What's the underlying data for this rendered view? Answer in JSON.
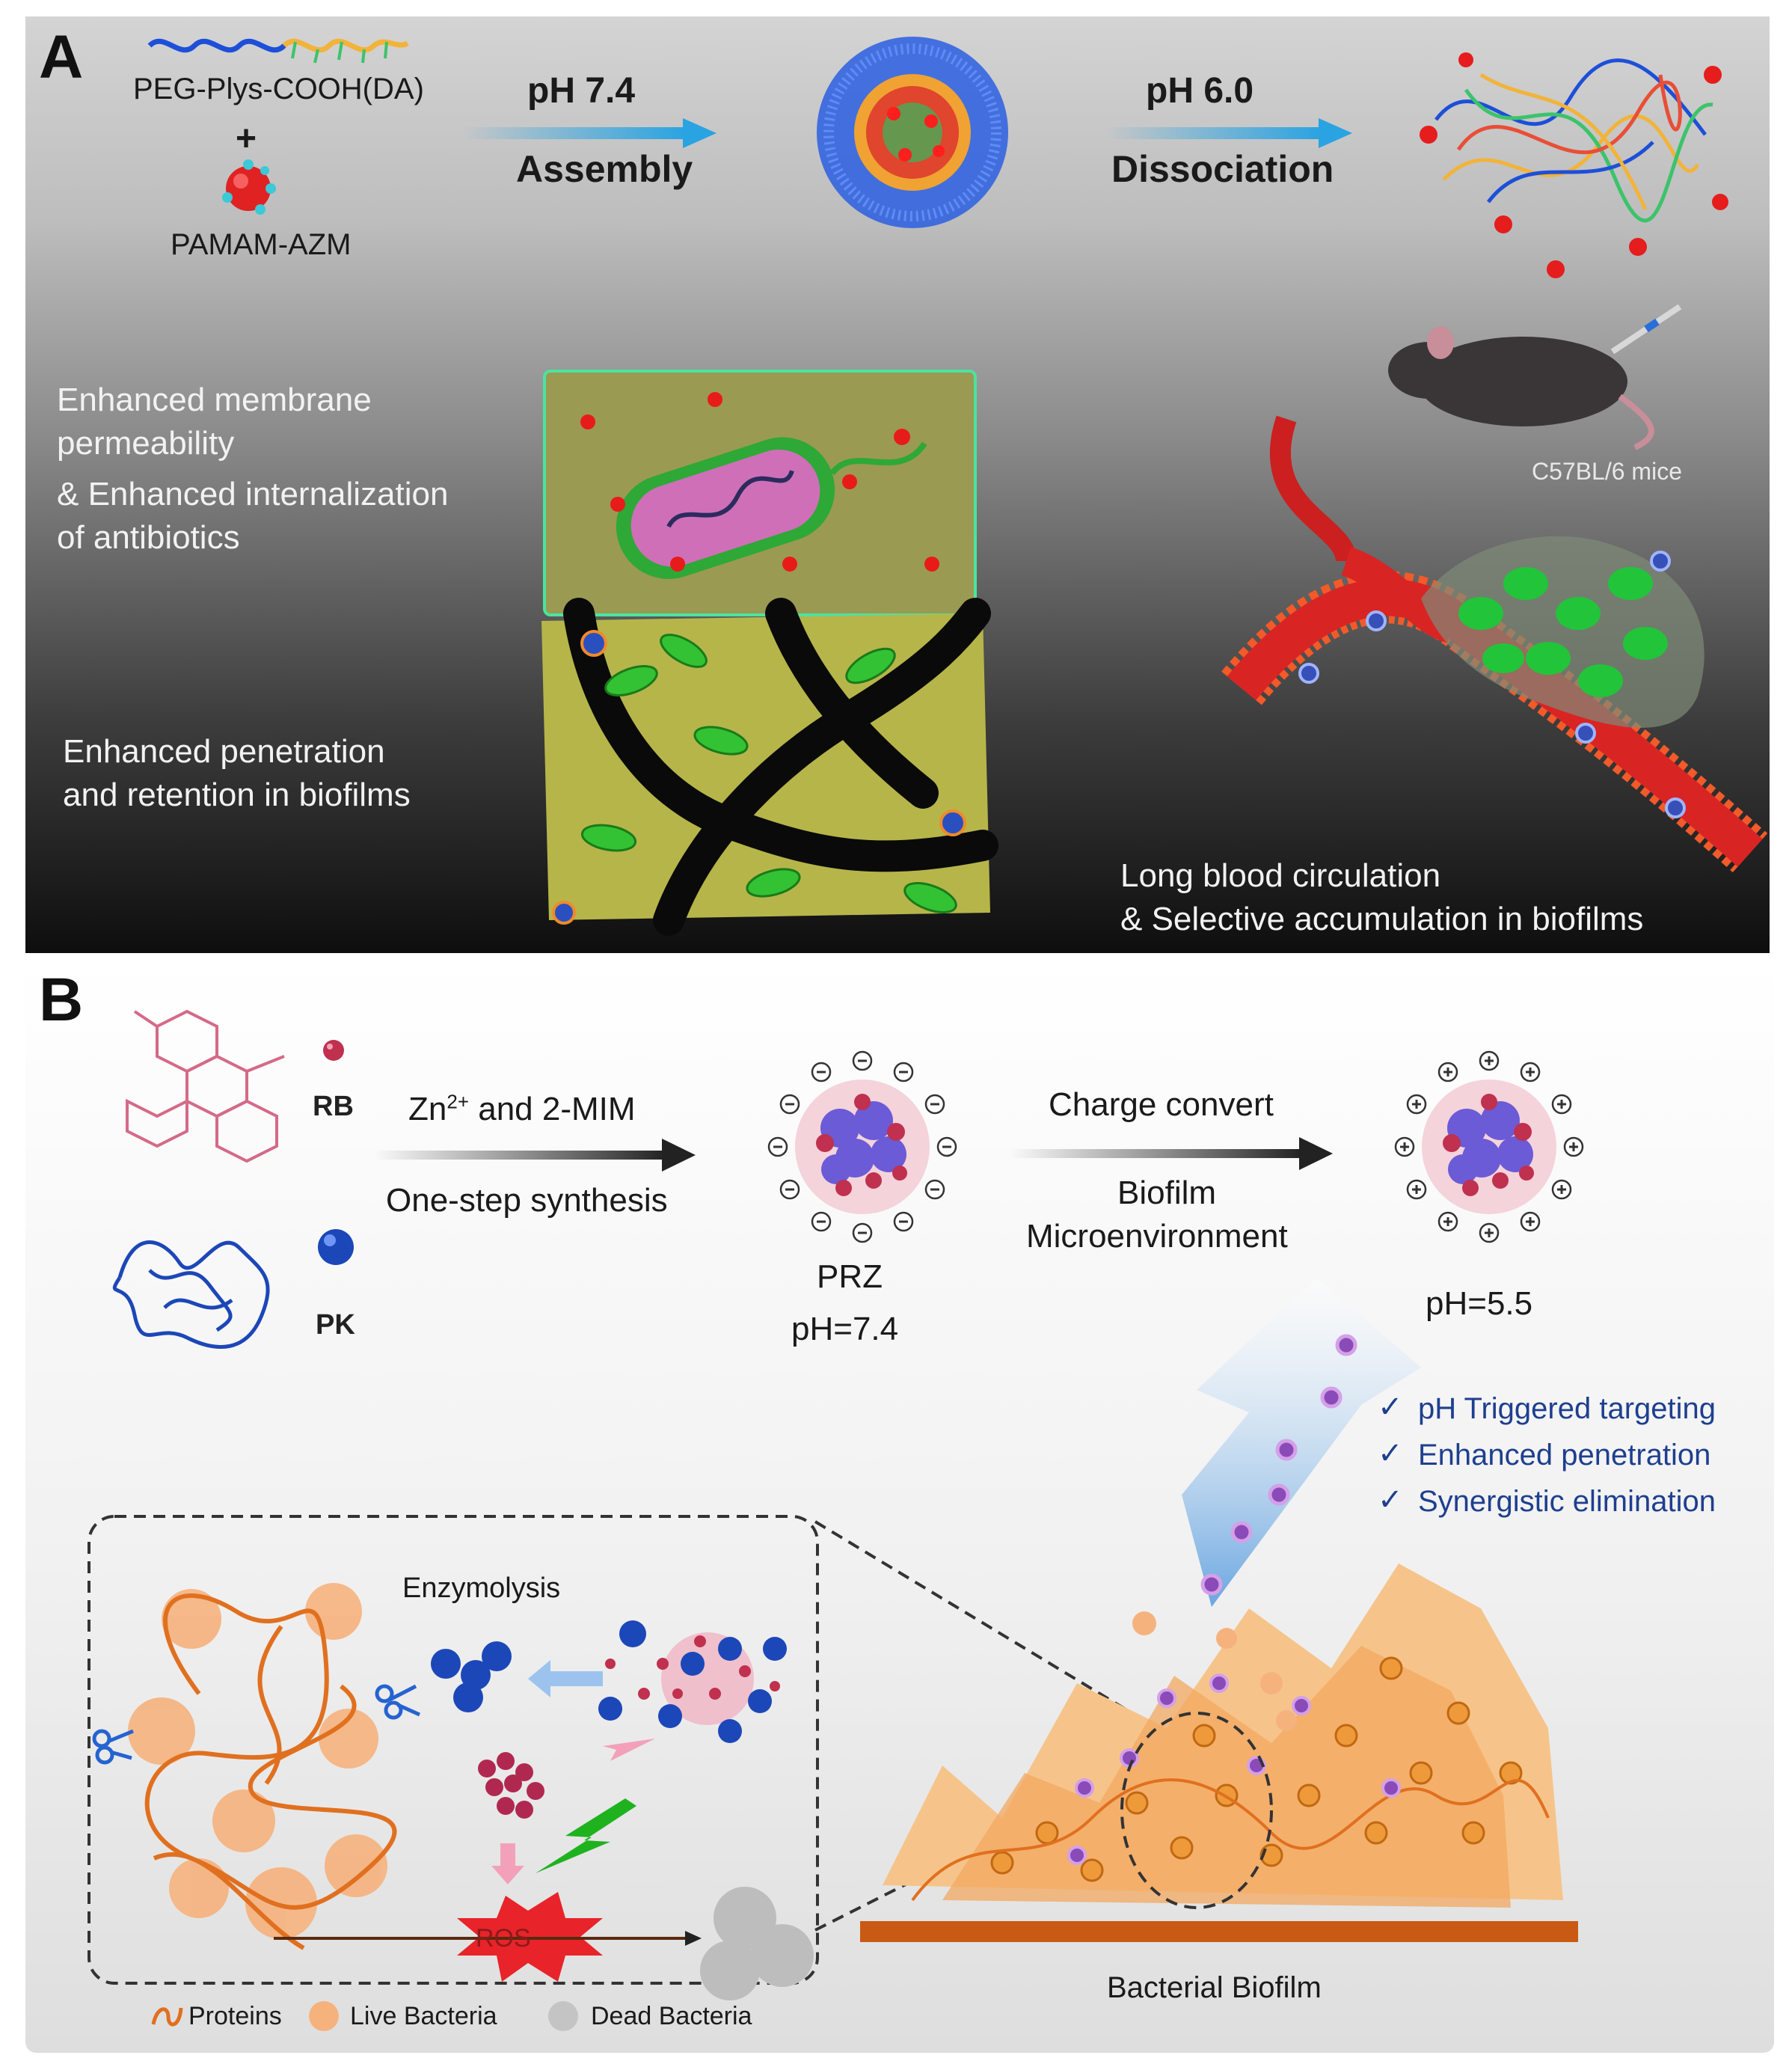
{
  "panel_a": {
    "letter": "A",
    "components": {
      "polymer": "PEG-Plys-COOH(DA)",
      "plus": "+",
      "dendrimer": "PAMAM-AZM"
    },
    "step1": {
      "condition": "pH 7.4",
      "process": "Assembly"
    },
    "step2": {
      "condition": "pH 6.0",
      "process": "Dissociation"
    },
    "notes": {
      "membrane": [
        "Enhanced  membrane",
        "permeability",
        "& Enhanced internalization",
        "of antibiotics"
      ],
      "penetration": [
        "Enhanced penetration",
        "and retention in biofilms"
      ]
    },
    "mouse_label": "C57BL/6 mice",
    "circulation": [
      "Long blood circulation",
      "& Selective accumulation in biofilms"
    ]
  },
  "panel_b": {
    "letter": "B",
    "rb_label": "RB",
    "pk_label": "PK",
    "step1": {
      "above_prefix": "Zn",
      "above_sup": "2+",
      "above_suffix": " and 2-MIM",
      "below": "One-step synthesis"
    },
    "prz": {
      "name": "PRZ",
      "ph": "pH=7.4"
    },
    "step2": {
      "above": "Charge convert",
      "below": [
        "Biofilm",
        "Microenvironment"
      ]
    },
    "converted_ph": "pH=5.5",
    "benefits": [
      "pH Triggered targeting",
      "Enhanced penetration",
      "Synergistic elimination"
    ],
    "check_mark": "✓",
    "enzymolysis": "Enzymolysis",
    "ros": "ROS",
    "biofilm_label": "Bacterial Biofilm",
    "legend": [
      "Proteins",
      "Live Bacteria",
      "Dead Bacteria"
    ]
  },
  "colors": {
    "arrow_blue": "#29a3e2",
    "rb_pink": "#c0304f",
    "pk_blue": "#1c47b8",
    "biofilm_orange": "#f3a860",
    "ros_red": "#e8232a",
    "text_blue": "#1e3f8f"
  }
}
